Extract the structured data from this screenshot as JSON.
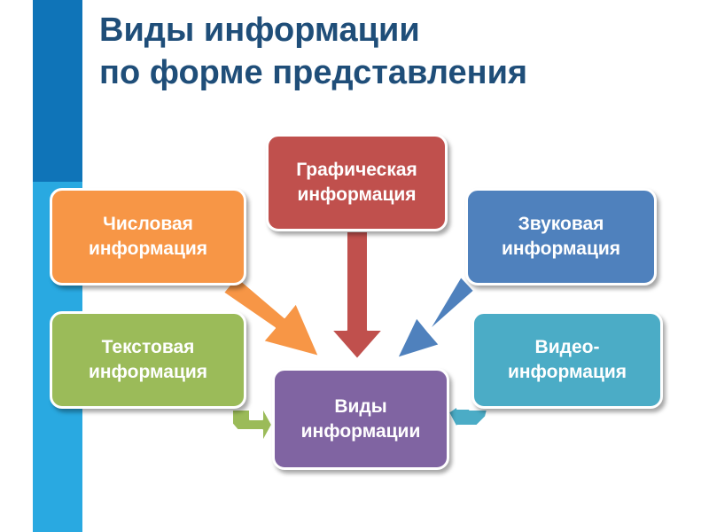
{
  "title": {
    "line1": "Виды информации",
    "line2": "по форме представления"
  },
  "boxes": {
    "numeric": {
      "line1": "Числовая",
      "line2": "информация",
      "color": "#f79646"
    },
    "text": {
      "line1": "Текстовая",
      "line2": "информация",
      "color": "#9bbb59"
    },
    "graphic": {
      "line1": "Графическая",
      "line2": "информация",
      "color": "#c0504d"
    },
    "sound": {
      "line1": "Звуковая",
      "line2": "информация",
      "color": "#4f81bd"
    },
    "video": {
      "line1": "Видео-",
      "line2": "информация",
      "color": "#4bacc6"
    },
    "center": {
      "line1": "Виды",
      "line2": "информации",
      "color": "#8064a2"
    }
  },
  "colors": {
    "title": "#1f4e79",
    "stripe_dark": "#0f74b8",
    "stripe_light": "#29a9e1"
  }
}
